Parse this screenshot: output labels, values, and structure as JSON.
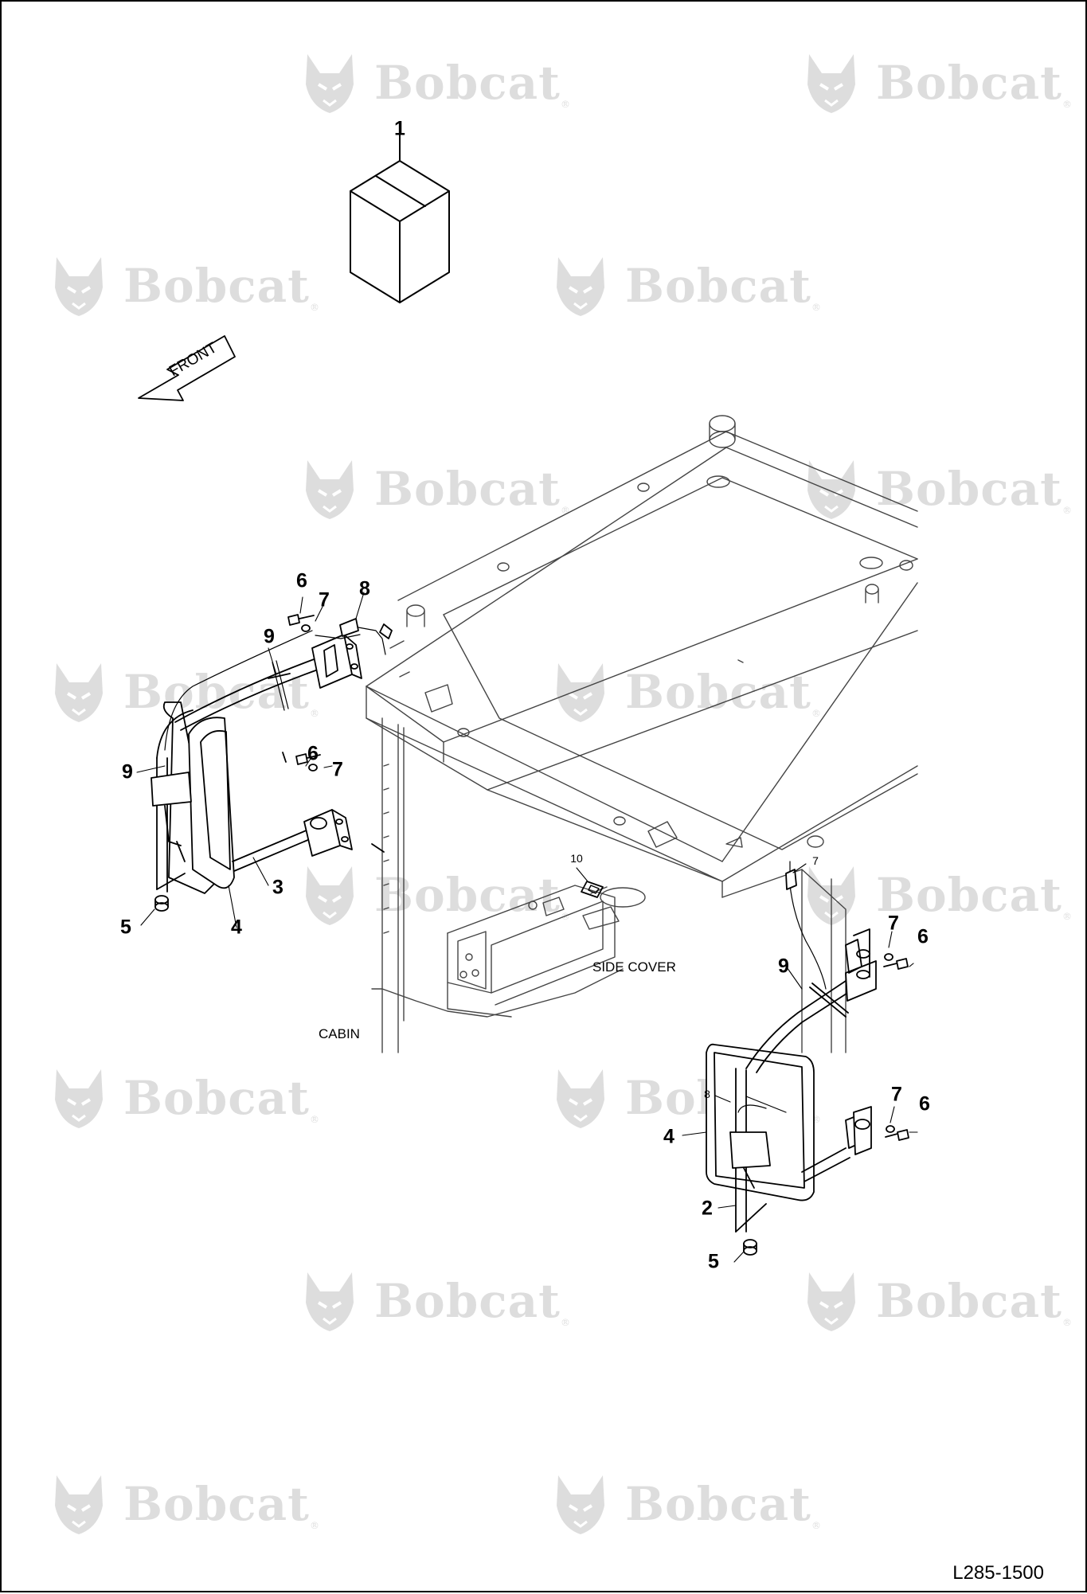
{
  "drawing_id": "L285-1500",
  "watermark": {
    "brand": "Bobcat",
    "mark": "®"
  },
  "direction": {
    "label": "FRONT"
  },
  "notes": {
    "side_cover": "SIDE COVER",
    "cabin": "CABIN"
  },
  "callouts": [
    {
      "key": "kit",
      "text": "1"
    },
    {
      "key": "left-6-top",
      "text": "6"
    },
    {
      "key": "left-7-top",
      "text": "7"
    },
    {
      "key": "left-8-top",
      "text": "8"
    },
    {
      "key": "left-9-top",
      "text": "9"
    },
    {
      "key": "left-9-mid",
      "text": "9"
    },
    {
      "key": "left-6-low",
      "text": "6"
    },
    {
      "key": "left-7-low",
      "text": "7"
    },
    {
      "key": "left-3",
      "text": "3"
    },
    {
      "key": "left-5",
      "text": "5"
    },
    {
      "key": "left-4",
      "text": "4"
    },
    {
      "key": "ten",
      "text": "10"
    },
    {
      "key": "right-7-small",
      "text": "7"
    },
    {
      "key": "right-7-top",
      "text": "7"
    },
    {
      "key": "right-6-top",
      "text": "6"
    },
    {
      "key": "right-9",
      "text": "9"
    },
    {
      "key": "right-8-small",
      "text": "8"
    },
    {
      "key": "right-7-low",
      "text": "7"
    },
    {
      "key": "right-6-low",
      "text": "6"
    },
    {
      "key": "right-4",
      "text": "4"
    },
    {
      "key": "right-2",
      "text": "2"
    },
    {
      "key": "right-5",
      "text": "5"
    }
  ]
}
